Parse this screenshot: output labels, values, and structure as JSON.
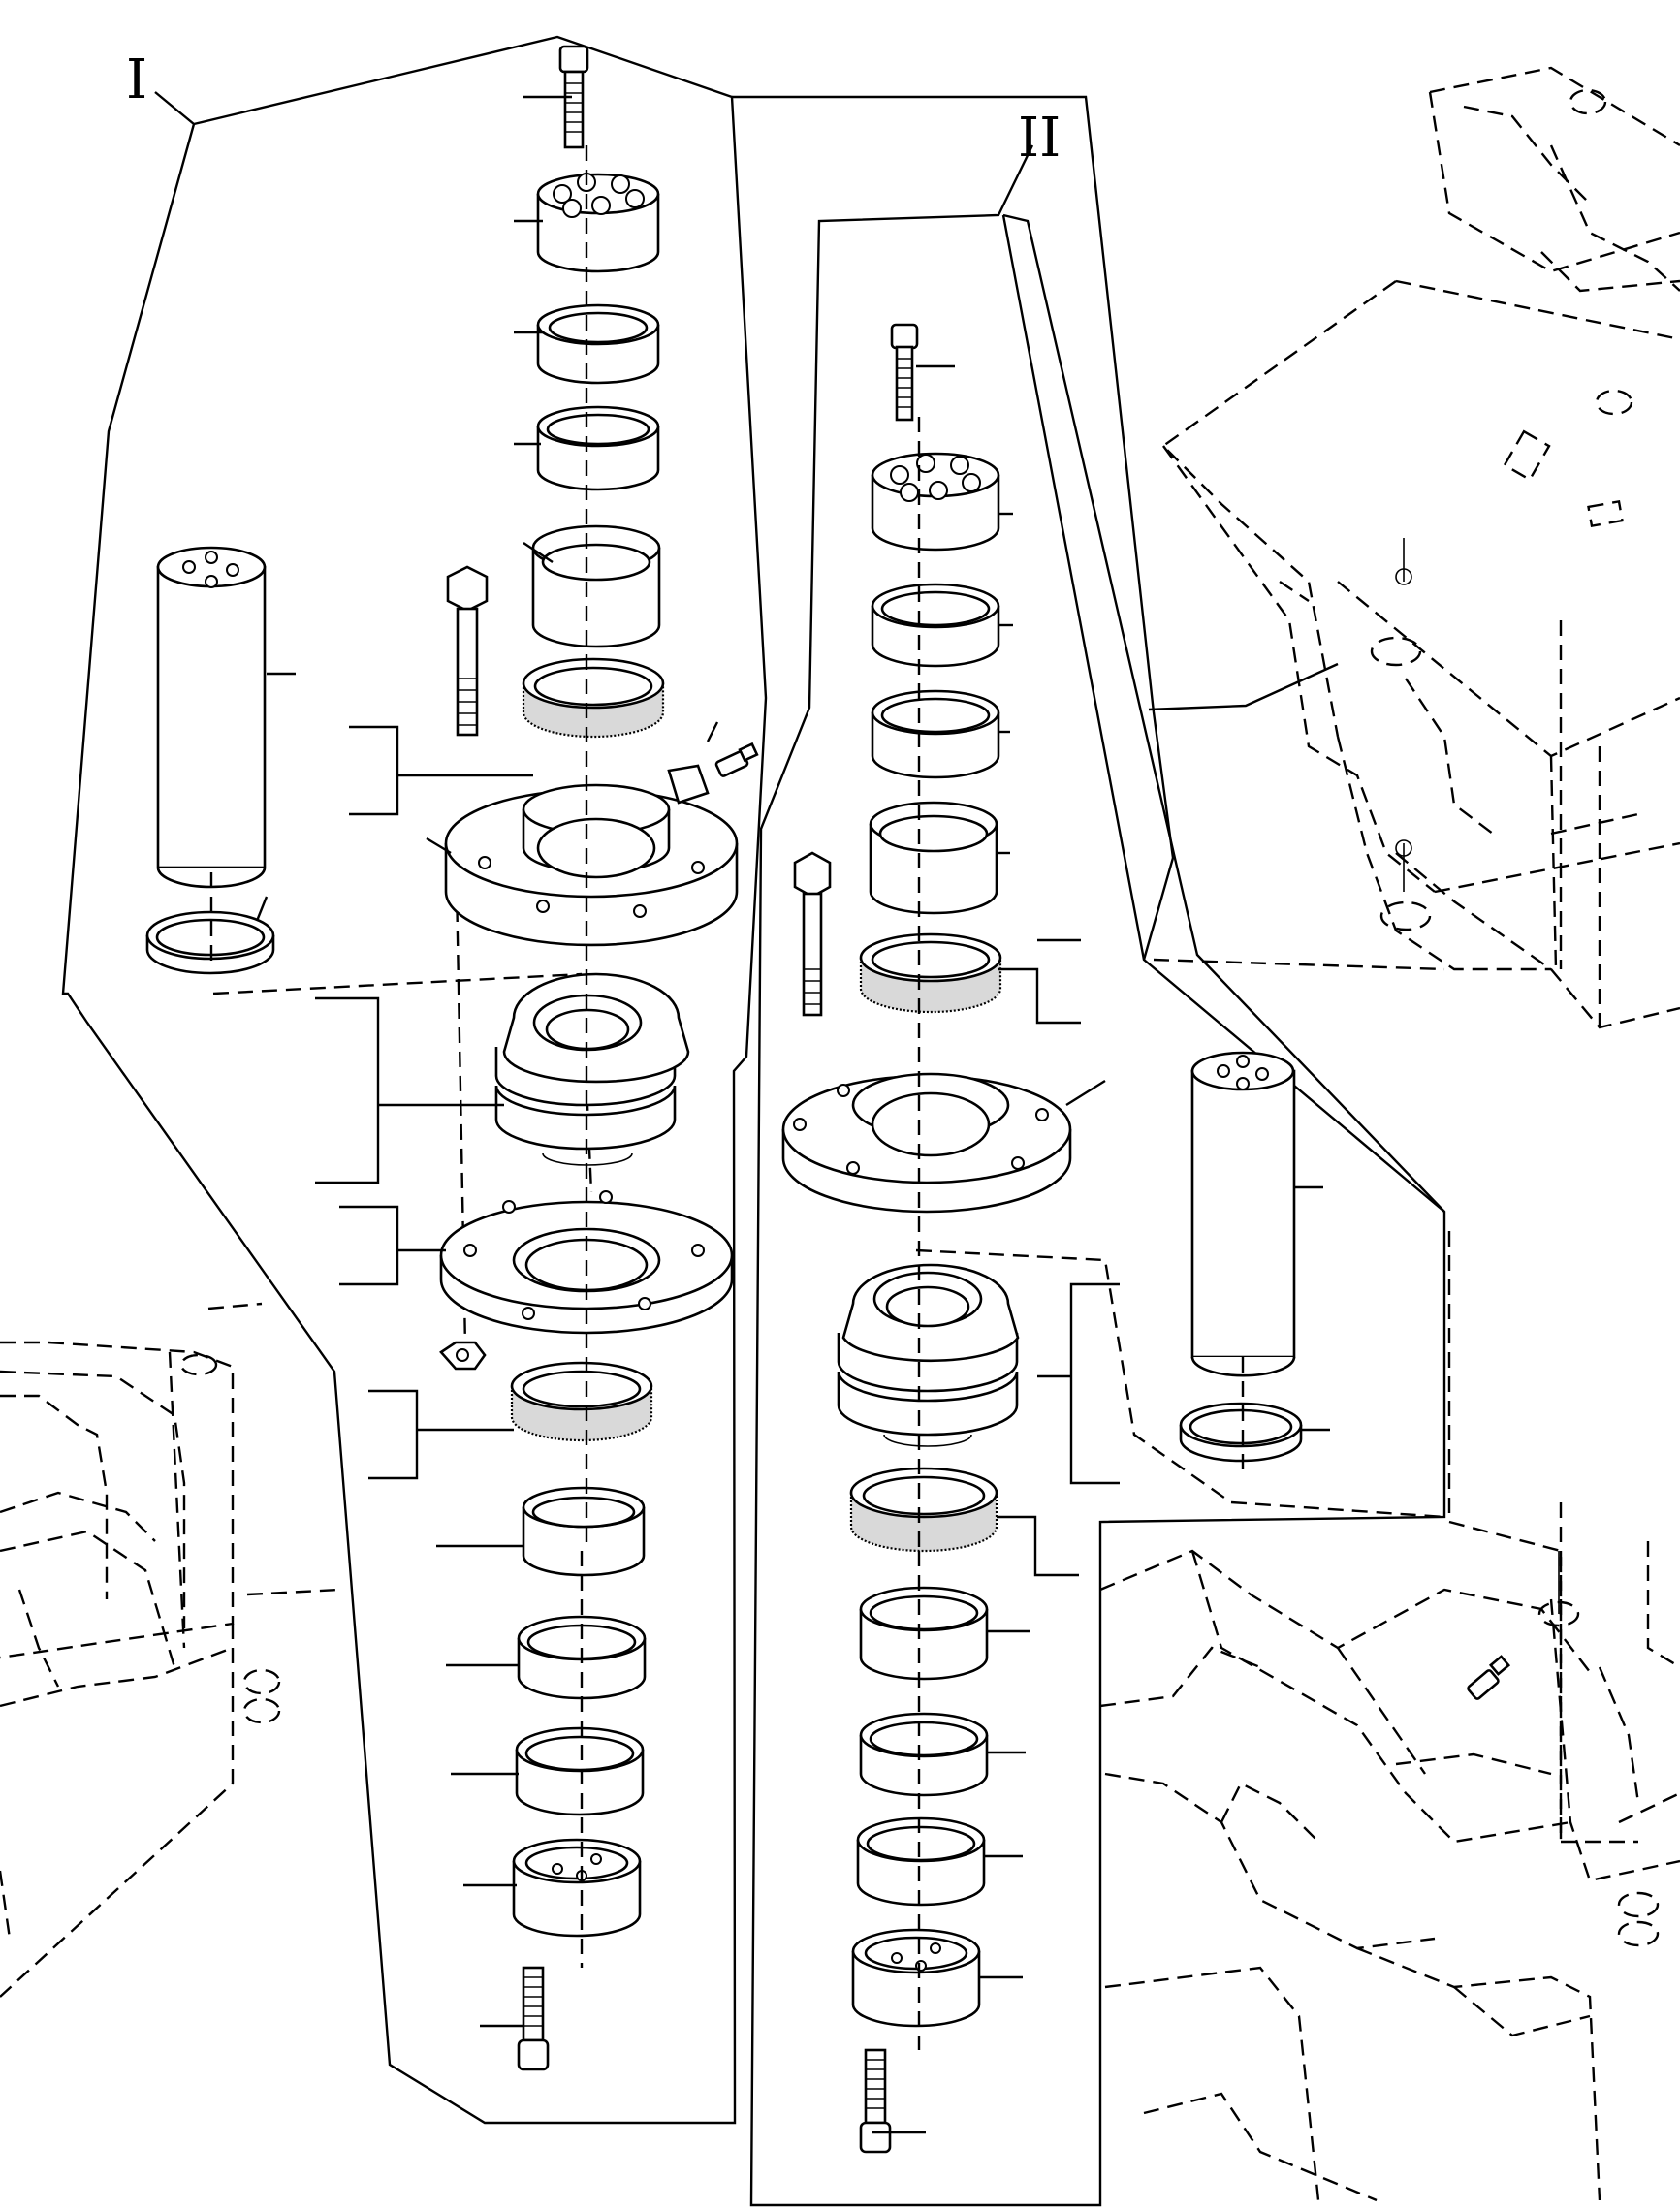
{
  "diagram": {
    "assemblies": [
      {
        "id": "I",
        "label": "I"
      },
      {
        "id": "II",
        "label": "II"
      }
    ],
    "line_color": "#000000",
    "background": "#ffffff"
  }
}
